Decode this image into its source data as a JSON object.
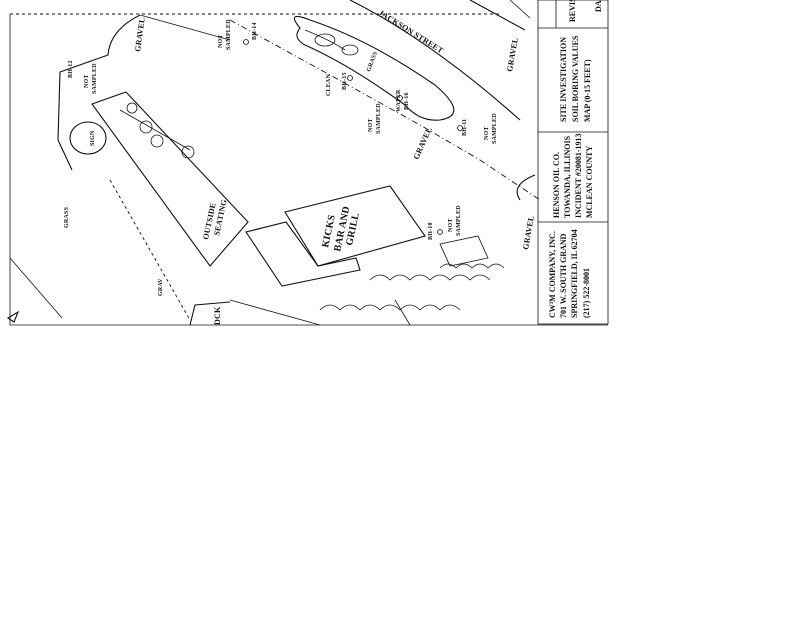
{
  "map": {
    "street": "JACKSON STREET",
    "building": [
      "KICKS",
      "BAR AND",
      "GRILL"
    ],
    "seating": [
      "OUTSIDE",
      "SEATING"
    ],
    "sign": "SIGN",
    "surface_labels": {
      "gravel": "GRAVEL",
      "grass": "GRASS",
      "grass_alt": "GRASS",
      "deck_partial": "DCK",
      "gravel_partial": "GRAV"
    },
    "not_sampled": [
      "NOT",
      "SAMPLED"
    ],
    "borings": {
      "bh12": "BH-12",
      "bh15": "BH-15",
      "bh16": "BH-16",
      "bh14": "BH-14",
      "bh11": "BH-11",
      "bh10": "BH-10"
    },
    "clean_label": "CLEAN",
    "water_label": "WATER"
  },
  "title_block": {
    "company": [
      "CW³M COMPANY, INC.",
      "701 W. SOUTH GRAND",
      "SPRINGFIELD, IL 62704",
      "(217) 522-8001"
    ],
    "client": [
      "HENSON OIL CO.",
      "TOWANDA, ILLINOIS",
      "INCIDENT #20081-1913",
      "MCLEAN COUNTY"
    ],
    "drawing_title": [
      "SITE INVESTIGATION",
      "SOIL BORING VALUES",
      "MAP (0-15 FEET)"
    ],
    "revision_partial": "REVIS",
    "da_partial": "DA"
  }
}
